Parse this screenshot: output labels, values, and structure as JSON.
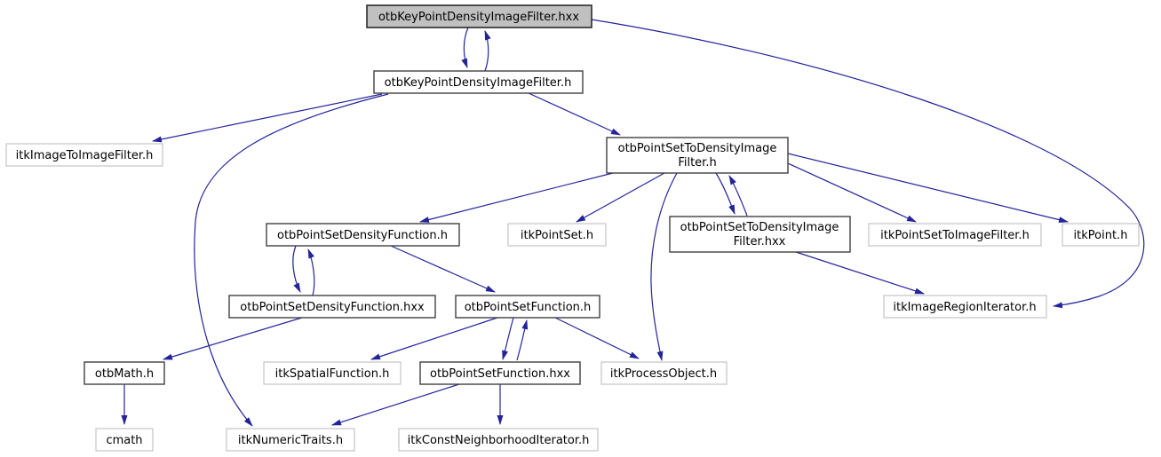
{
  "diagram": {
    "kind": "doxygen-include-dependency-graph",
    "root_file": "otbKeyPointDensityImageFilter.hxx",
    "colors": {
      "edge": "#23239b",
      "current_node_fill": "#c0c0c0",
      "internal_node_border": "#404040",
      "external_node_border": "#c4c4c4",
      "background": "#ffffff",
      "text": "#000000"
    }
  },
  "nodes": [
    {
      "id": "otbKeyPointDensityImageFilter.hxx",
      "label": "otbKeyPointDensityImageFilter.hxx",
      "kind": "current"
    },
    {
      "id": "otbKeyPointDensityImageFilter.h",
      "label": "otbKeyPointDensityImageFilter.h",
      "kind": "internal"
    },
    {
      "id": "itkImageToImageFilter.h",
      "label": "itkImageToImageFilter.h",
      "kind": "external"
    },
    {
      "id": "otbPointSetToDensityImageFilter.h",
      "label": "otbPointSetToDensityImageFilter.h",
      "lines": [
        "otbPointSetToDensityImage",
        "Filter.h"
      ],
      "kind": "internal"
    },
    {
      "id": "otbPointSetDensityFunction.h",
      "label": "otbPointSetDensityFunction.h",
      "kind": "internal"
    },
    {
      "id": "itkPointSet.h",
      "label": "itkPointSet.h",
      "kind": "external"
    },
    {
      "id": "otbPointSetToDensityImageFilter.hxx",
      "label": "otbPointSetToDensityImageFilter.hxx",
      "lines": [
        "otbPointSetToDensityImage",
        "Filter.hxx"
      ],
      "kind": "internal"
    },
    {
      "id": "itkPointSetToImageFilter.h",
      "label": "itkPointSetToImageFilter.h",
      "kind": "external"
    },
    {
      "id": "itkPoint.h",
      "label": "itkPoint.h",
      "kind": "external"
    },
    {
      "id": "otbPointSetDensityFunction.hxx",
      "label": "otbPointSetDensityFunction.hxx",
      "kind": "internal"
    },
    {
      "id": "otbPointSetFunction.h",
      "label": "otbPointSetFunction.h",
      "kind": "internal"
    },
    {
      "id": "itkImageRegionIterator.h",
      "label": "itkImageRegionIterator.h",
      "kind": "external"
    },
    {
      "id": "otbMath.h",
      "label": "otbMath.h",
      "kind": "internal"
    },
    {
      "id": "itkSpatialFunction.h",
      "label": "itkSpatialFunction.h",
      "kind": "external"
    },
    {
      "id": "otbPointSetFunction.hxx",
      "label": "otbPointSetFunction.hxx",
      "kind": "internal"
    },
    {
      "id": "itkProcessObject.h",
      "label": "itkProcessObject.h",
      "kind": "external"
    },
    {
      "id": "cmath",
      "label": "cmath",
      "kind": "external"
    },
    {
      "id": "itkNumericTraits.h",
      "label": "itkNumericTraits.h",
      "kind": "external"
    },
    {
      "id": "itkConstNeighborhoodIterator.h",
      "label": "itkConstNeighborhoodIterator.h",
      "kind": "external"
    }
  ],
  "edges": [
    {
      "from": "otbKeyPointDensityImageFilter.hxx",
      "to": "otbKeyPointDensityImageFilter.h"
    },
    {
      "from": "otbKeyPointDensityImageFilter.h",
      "to": "otbKeyPointDensityImageFilter.hxx"
    },
    {
      "from": "otbKeyPointDensityImageFilter.hxx",
      "to": "itkImageRegionIterator.h"
    },
    {
      "from": "otbKeyPointDensityImageFilter.h",
      "to": "itkImageToImageFilter.h"
    },
    {
      "from": "otbKeyPointDensityImageFilter.h",
      "to": "otbPointSetToDensityImageFilter.h"
    },
    {
      "from": "otbKeyPointDensityImageFilter.h",
      "to": "itkNumericTraits.h"
    },
    {
      "from": "otbPointSetToDensityImageFilter.h",
      "to": "otbPointSetDensityFunction.h"
    },
    {
      "from": "otbPointSetToDensityImageFilter.h",
      "to": "itkPointSet.h"
    },
    {
      "from": "otbPointSetToDensityImageFilter.h",
      "to": "itkProcessObject.h"
    },
    {
      "from": "otbPointSetToDensityImageFilter.h",
      "to": "otbPointSetToDensityImageFilter.hxx"
    },
    {
      "from": "otbPointSetToDensityImageFilter.hxx",
      "to": "otbPointSetToDensityImageFilter.h"
    },
    {
      "from": "otbPointSetToDensityImageFilter.h",
      "to": "itkPointSetToImageFilter.h"
    },
    {
      "from": "otbPointSetToDensityImageFilter.h",
      "to": "itkPoint.h"
    },
    {
      "from": "otbPointSetToDensityImageFilter.hxx",
      "to": "itkImageRegionIterator.h"
    },
    {
      "from": "otbPointSetDensityFunction.h",
      "to": "otbPointSetDensityFunction.hxx"
    },
    {
      "from": "otbPointSetDensityFunction.hxx",
      "to": "otbPointSetDensityFunction.h"
    },
    {
      "from": "otbPointSetDensityFunction.h",
      "to": "otbPointSetFunction.h"
    },
    {
      "from": "otbPointSetDensityFunction.hxx",
      "to": "otbMath.h"
    },
    {
      "from": "otbPointSetFunction.h",
      "to": "otbPointSetFunction.hxx"
    },
    {
      "from": "otbPointSetFunction.hxx",
      "to": "otbPointSetFunction.h"
    },
    {
      "from": "otbPointSetFunction.h",
      "to": "itkSpatialFunction.h"
    },
    {
      "from": "otbPointSetFunction.h",
      "to": "itkProcessObject.h"
    },
    {
      "from": "otbPointSetFunction.hxx",
      "to": "itkNumericTraits.h"
    },
    {
      "from": "otbPointSetFunction.hxx",
      "to": "itkConstNeighborhoodIterator.h"
    },
    {
      "from": "otbMath.h",
      "to": "cmath"
    }
  ]
}
